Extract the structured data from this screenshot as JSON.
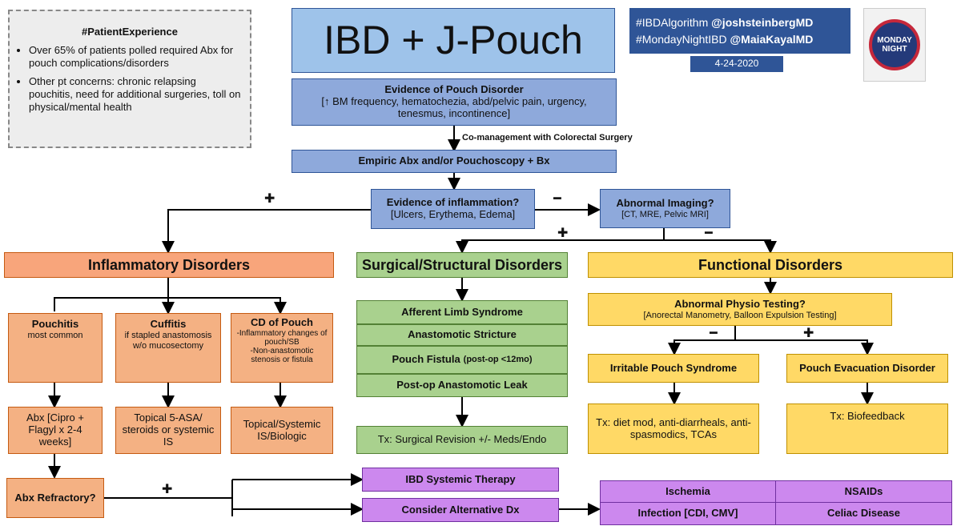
{
  "patient_experience": {
    "title": "#PatientExperience",
    "bullets": [
      "Over 65% of patients polled required Abx for pouch complications/disorders",
      "Other pt concerns: chronic relapsing pouchitis, need for additional surgeries, toll on physical/mental health"
    ]
  },
  "header": {
    "title": "IBD + J-Pouch",
    "tag1_hash": "#IBDAlgorithm",
    "tag1_handle": "@joshsteinbergMD",
    "tag2_hash": "#MondayNightIBD",
    "tag2_handle": "@MaiaKayalMD",
    "date": "4-24-2020",
    "logo_line1": "MONDAY",
    "logo_line2": "NIGHT"
  },
  "flow": {
    "evidence_title": "Evidence of Pouch Disorder",
    "evidence_detail": "[↑ BM frequency, hematochezia, abd/pelvic pain, urgency, tenesmus, incontinence]",
    "comanagement": "Co-management with Colorectal Surgery",
    "empiric": "Empiric Abx and/or Pouchoscopy + Bx",
    "inflammation_q": "Evidence of inflammation?",
    "inflammation_detail": "[Ulcers, Erythema, Edema]",
    "imaging_q": "Abnormal Imaging?",
    "imaging_detail": "[CT, MRE, Pelvic MRI]",
    "plus": "✚",
    "minus": "━"
  },
  "inflammatory": {
    "header": "Inflammatory Disorders",
    "pouchitis_title": "Pouchitis",
    "pouchitis_sub": "most common",
    "cuffitis_title": "Cuffitis",
    "cuffitis_sub": "if stapled anastomosis w/o mucosectomy",
    "cd_title": "CD of Pouch",
    "cd_sub1": "-Inflammatory changes of pouch/SB",
    "cd_sub2": "-Non-anastomotic stenosis or fistula",
    "abx_tx": "Abx [Cipro + Flagyl x 2-4 weeks]",
    "topical_tx": "Topical 5-ASA/ steroids or systemic IS",
    "systemic_tx": "Topical/Systemic IS/Biologic",
    "abx_refractory": "Abx Refractory?"
  },
  "surgical": {
    "header": "Surgical/Structural Disorders",
    "items": [
      "Afferent Limb Syndrome",
      "Anastomotic Stricture",
      "Pouch Fistula",
      "Post-op Anastomotic Leak"
    ],
    "fistula_note": "(post-op <12mo)",
    "tx": "Tx: Surgical Revision +/- Meds/Endo"
  },
  "functional": {
    "header": "Functional Disorders",
    "physio_title": "Abnormal Physio Testing?",
    "physio_detail": "[Anorectal Manometry, Balloon Expulsion Testing]",
    "ibs": "Irritable Pouch Syndrome",
    "ped": "Pouch Evacuation Disorder",
    "ibs_tx": "Tx: diet mod, anti-diarrheals, anti-spasmodics, TCAs",
    "ped_tx": "Tx: Biofeedback"
  },
  "bottom": {
    "ibd_therapy": "IBD Systemic Therapy",
    "alt_dx": "Consider Alternative Dx",
    "alt_options": [
      "Ischemia",
      "NSAIDs",
      "Infection [CDI, CMV]",
      "Celiac Disease"
    ]
  }
}
